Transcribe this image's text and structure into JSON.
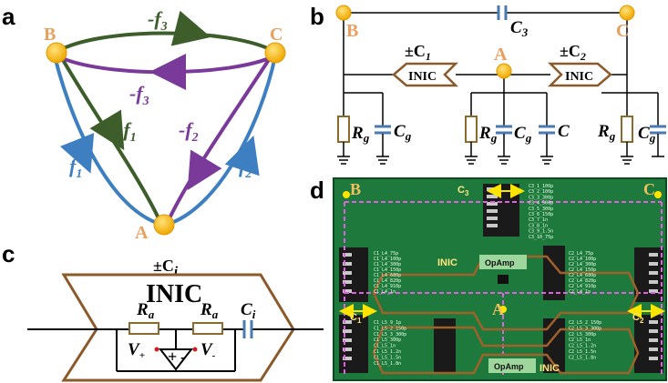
{
  "panels": {
    "a": "a",
    "b": "b",
    "c": "c",
    "d": "d"
  },
  "panel_a": {
    "nodes": {
      "B": "B",
      "C": "C",
      "A": "A"
    },
    "couplings": {
      "top": "-f",
      "top_sub": "3",
      "mid": "-f",
      "mid_sub": "3",
      "left_inner": "-f",
      "left_inner_sub": "1",
      "left_outer": "f",
      "left_outer_sub": "1",
      "right_inner": "-f",
      "right_inner_sub": "2",
      "right_outer": "f",
      "right_outer_sub": "2"
    },
    "colors": {
      "green": "#3d5e2a",
      "purple": "#7a3a9a",
      "blue": "#3d7fc0",
      "node": "#f2b21b"
    }
  },
  "panel_b": {
    "nodes": {
      "B": "B",
      "C": "C",
      "A": "A"
    },
    "c3": "C",
    "c3_sub": "3",
    "inic_left": "±C",
    "inic_left_sub": "1",
    "inic_right": "±C",
    "inic_right_sub": "2",
    "inic_label": "INIC",
    "rg": "R",
    "rg_sub": "g",
    "cg": "C",
    "cg_sub": "g",
    "c": "C"
  },
  "panel_c": {
    "title": "±C",
    "title_sub": "i",
    "inic_label": "INIC",
    "ra": "R",
    "ra_sub": "a",
    "ci": "C",
    "ci_sub": "i",
    "vplus": "V",
    "vplus_sub": "+",
    "vminus": "V",
    "vminus_sub": "-"
  },
  "panel_d": {
    "node_b": "B",
    "node_c": "C",
    "node_a": "A",
    "c3": "C",
    "c3_sub": "3",
    "c1": "C",
    "c1_sub": "1",
    "c2": "C",
    "c2_sub": "2",
    "inic_top": "INIC",
    "inic_bottom": "INIC",
    "opamp_top": "OpAmp",
    "opamp_bottom": "OpAmp",
    "silk_c3": [
      "C3_1_100p",
      "C3_2_100p",
      "C3_3_300p",
      "C3_4_500p",
      "C3_5_300p",
      "C3_6_150p",
      "C3_7_1n",
      "C3_8_1n",
      "C3_9_1.5n",
      "C3_10_75p"
    ],
    "silk_c1_top": [
      "C1_L4_75p",
      "C1_L4_100p",
      "C1_L4_300p",
      "C1_L4_150p",
      "C1_L4_680p",
      "C1_L4_820p",
      "C1_L4_910p",
      "C1_L4_1n"
    ],
    "silk_c2_top": [
      "C2_L4_75p",
      "C2_L4_100p",
      "C2_L4_300p",
      "C2_L4_150p",
      "C2_L4_680p",
      "C2_L4_820p",
      "C2_L4_910p",
      "C2_L4_1n"
    ],
    "silk_c1_bottom": [
      "C1_L5_9_1p",
      "C1_L5_2_150p",
      "C1_L5_3_300p",
      "C1_L5_300p",
      "C1_L5_1n",
      "C1_L5_1.2n",
      "C1_L5_1.5n",
      "C1_L5_1.8n"
    ],
    "silk_c2_bottom": [
      "C2_L5_2_150p",
      "C2_L5_3_300p",
      "C2_L5_300p",
      "C2_L5_1n",
      "C2_L5_1.2n",
      "C2_L5_1.5n",
      "C2_L5_1.8n"
    ],
    "colors": {
      "board": "#1e7a3c",
      "trace": "#cc44cc",
      "inic_outline": "#a0612a",
      "arrow": "#ffe400"
    }
  }
}
